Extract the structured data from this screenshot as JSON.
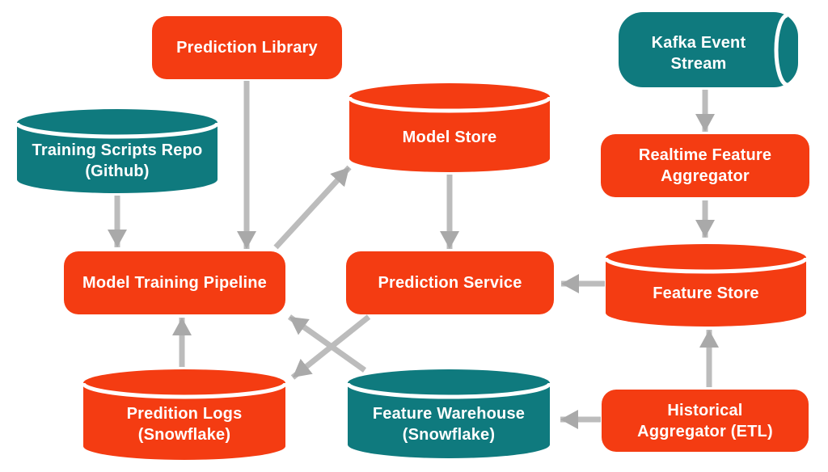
{
  "diagram": {
    "colors": {
      "red": "#f43c12",
      "teal": "#0f7a7e",
      "arrow_line": "#bcbcbc",
      "arrow_head": "#a9a9a9",
      "background": "#ffffff",
      "label_text": "#ffffff"
    },
    "nodes": [
      {
        "id": "prediction-library",
        "label": "Prediction Library",
        "shape": "rect",
        "color": "red"
      },
      {
        "id": "training-scripts-repo",
        "label": "Training Scripts Repo\n(Github)",
        "shape": "cylinder",
        "color": "teal"
      },
      {
        "id": "model-store",
        "label": "Model Store",
        "shape": "cylinder",
        "color": "red"
      },
      {
        "id": "kafka-event-stream",
        "label": "Kafka Event\nStream",
        "shape": "cylinder-horizontal",
        "color": "teal"
      },
      {
        "id": "realtime-feature-aggregator",
        "label": "Realtime Feature\nAggregator",
        "shape": "rect",
        "color": "red"
      },
      {
        "id": "model-training-pipeline",
        "label": "Model Training Pipeline",
        "shape": "rect",
        "color": "red"
      },
      {
        "id": "prediction-service",
        "label": "Prediction Service",
        "shape": "rect",
        "color": "red"
      },
      {
        "id": "feature-store",
        "label": "Feature Store",
        "shape": "cylinder",
        "color": "red"
      },
      {
        "id": "predition-logs",
        "label": "Predition Logs\n(Snowflake)",
        "shape": "cylinder",
        "color": "red"
      },
      {
        "id": "feature-warehouse",
        "label": "Feature Warehouse\n(Snowflake)",
        "shape": "cylinder",
        "color": "teal"
      },
      {
        "id": "historical-aggregator",
        "label": "Historical\nAggregator (ETL)",
        "shape": "rect",
        "color": "red"
      }
    ],
    "edges": [
      {
        "from": "prediction-library",
        "to": "model-training-pipeline"
      },
      {
        "from": "training-scripts-repo",
        "to": "model-training-pipeline"
      },
      {
        "from": "model-training-pipeline",
        "to": "model-store"
      },
      {
        "from": "model-store",
        "to": "prediction-service"
      },
      {
        "from": "kafka-event-stream",
        "to": "realtime-feature-aggregator"
      },
      {
        "from": "realtime-feature-aggregator",
        "to": "feature-store"
      },
      {
        "from": "feature-store",
        "to": "prediction-service"
      },
      {
        "from": "historical-aggregator",
        "to": "feature-store"
      },
      {
        "from": "historical-aggregator",
        "to": "feature-warehouse"
      },
      {
        "from": "feature-warehouse",
        "to": "model-training-pipeline"
      },
      {
        "from": "prediction-service",
        "to": "predition-logs"
      },
      {
        "from": "predition-logs",
        "to": "model-training-pipeline"
      }
    ]
  }
}
